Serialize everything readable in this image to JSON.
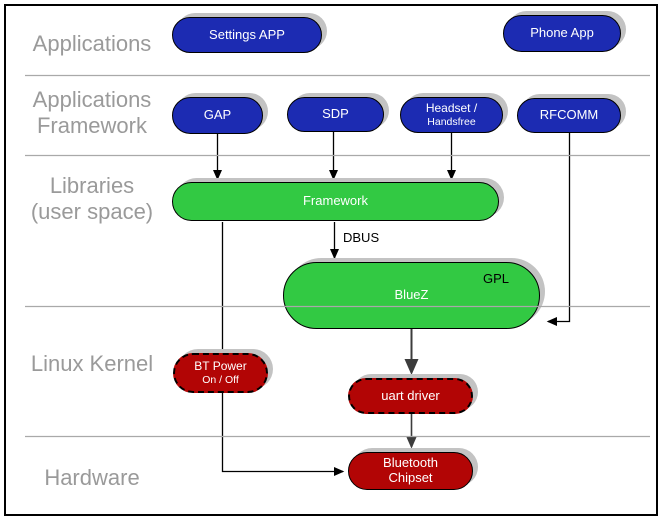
{
  "diagram": {
    "layers": [
      {
        "id": "applications",
        "lines": [
          "Applications"
        ]
      },
      {
        "id": "applications-framework",
        "lines": [
          "Applications",
          "Framework"
        ]
      },
      {
        "id": "libraries-user-space",
        "lines": [
          "Libraries",
          "(user space)"
        ]
      },
      {
        "id": "linux-kernel",
        "lines": [
          "Linux Kernel"
        ]
      },
      {
        "id": "hardware",
        "lines": [
          "Hardware"
        ]
      }
    ],
    "nodes": {
      "settings_app": {
        "label": "Settings APP"
      },
      "phone_app": {
        "label": "Phone App"
      },
      "gap": {
        "label": "GAP"
      },
      "sdp": {
        "label": "SDP"
      },
      "headset_handsfree": {
        "line1": "Headset /",
        "line2": "Handsfree"
      },
      "rfcomm": {
        "label": "RFCOMM"
      },
      "framework": {
        "label": "Framework"
      },
      "bluez": {
        "label": "BlueZ",
        "badge": "GPL"
      },
      "bt_power": {
        "line1": "BT Power",
        "line2": "On / Off"
      },
      "uart_driver": {
        "label": "uart driver"
      },
      "bluetooth_chipset": {
        "line1": "Bluetooth",
        "line2": "Chipset"
      }
    },
    "edge_labels": {
      "dbus": "DBUS"
    },
    "colors": {
      "app_blue": "#1c2bb2",
      "lib_green": "#32c943",
      "kernel_red": "#b20505",
      "layer_label_gray": "#9a9a9a",
      "divider_gray": "#a9a9a9",
      "shadow_gray": "#c3c3c3"
    }
  }
}
